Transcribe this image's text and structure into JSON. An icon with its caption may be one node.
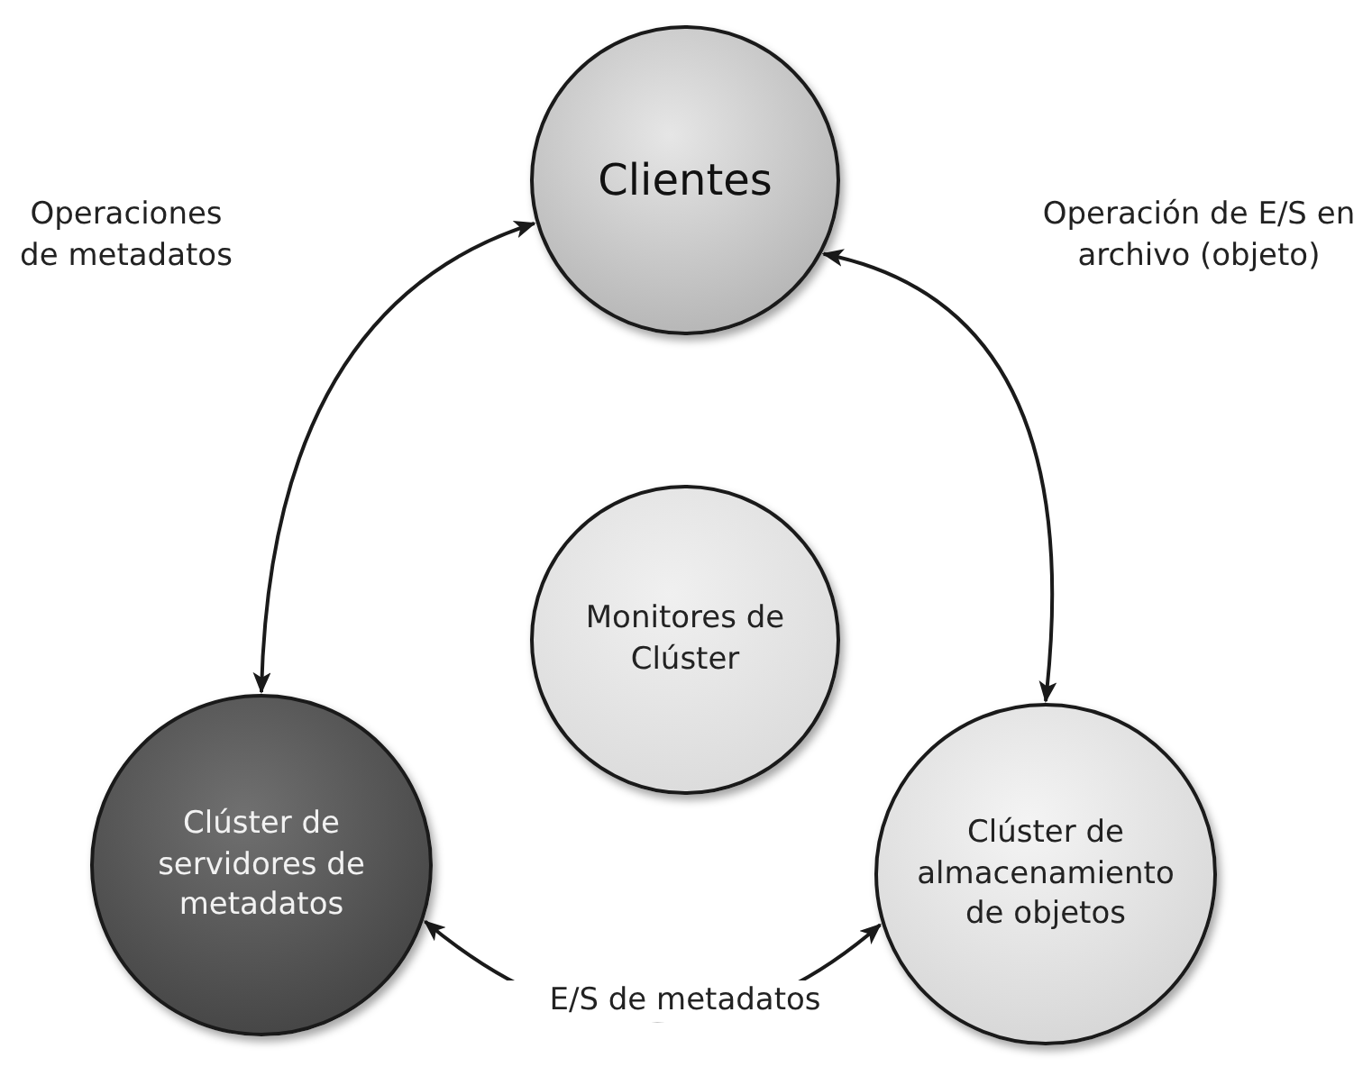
{
  "diagram": {
    "nodes": [
      {
        "text": [
          "Clientes"
        ]
      },
      {
        "text": [
          "Monitores de Clúster"
        ]
      },
      {
        "text": [
          "Clúster de servidores de metadatos"
        ]
      },
      {
        "text": [
          "Clúster de almacenamiento de objetos"
        ]
      }
    ],
    "edges": [
      {
        "from": 0,
        "to": 2,
        "arrow": "both",
        "label": "Operaciones de metadatos"
      },
      {
        "from": 0,
        "to": 3,
        "arrow": "both",
        "label": "Operación de E/S en archivo (objeto)"
      },
      {
        "from": 2,
        "to": 3,
        "arrow": "both",
        "label": "E/S de metadatos"
      }
    ]
  }
}
